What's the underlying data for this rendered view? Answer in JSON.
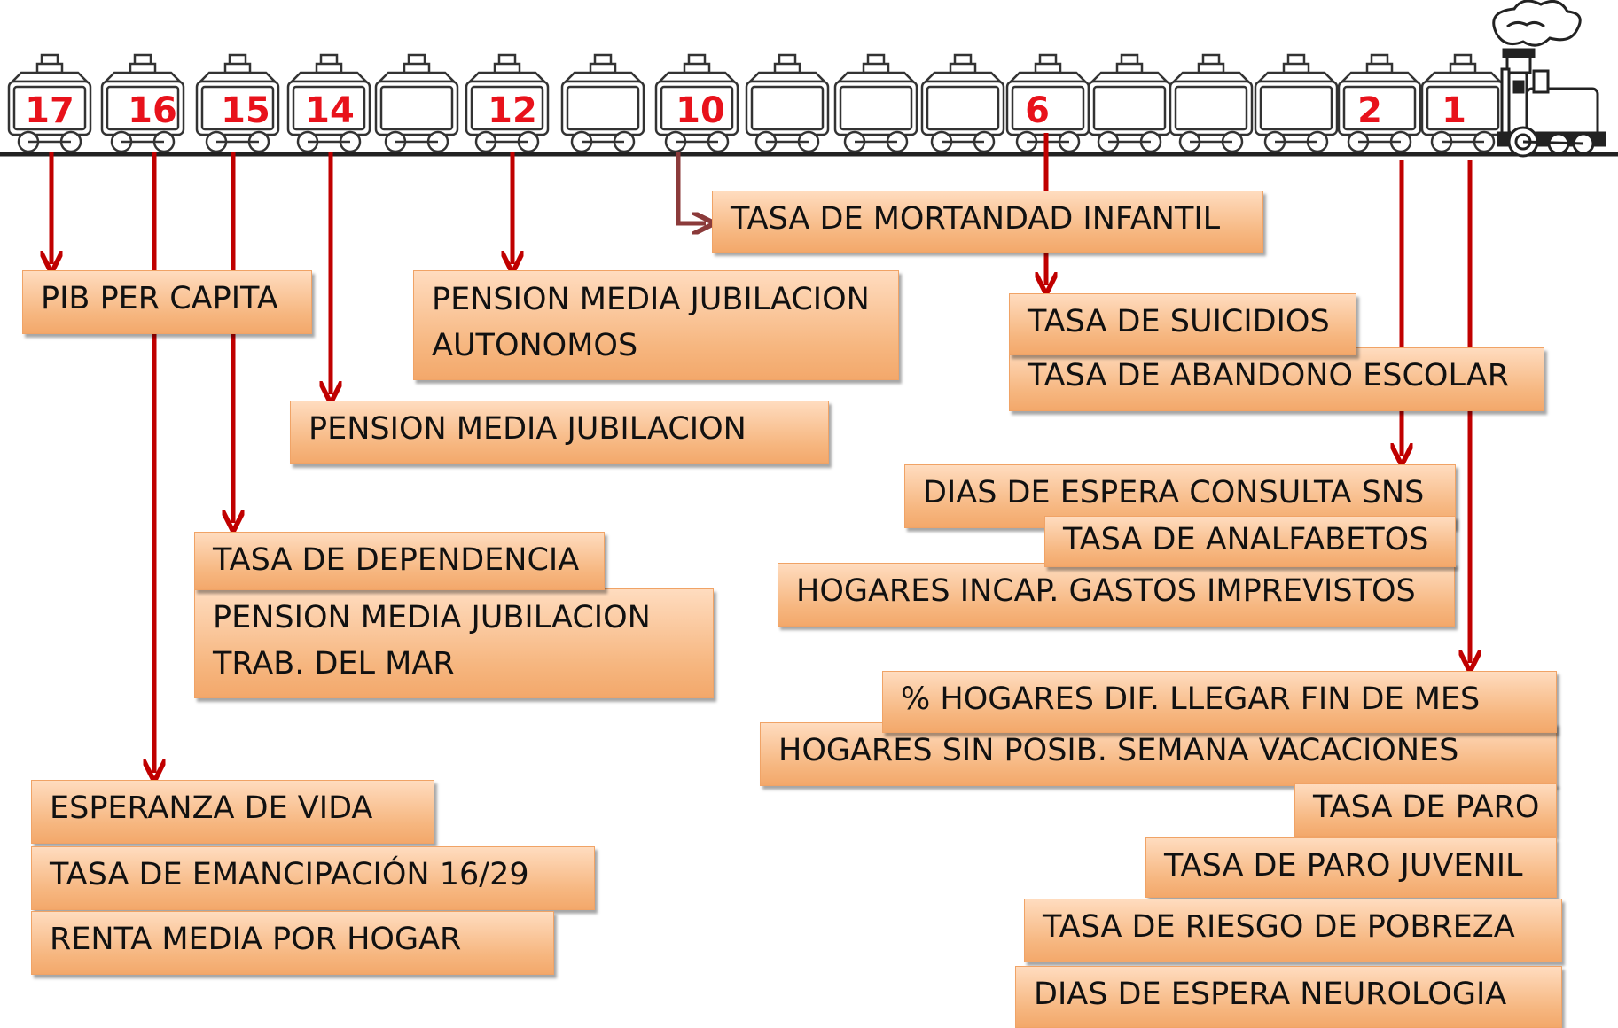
{
  "colors": {
    "arrow": "#c00000",
    "arrow_dark": "#8b3a3a",
    "box_fill": "#f8bd8b",
    "car_number": "#e8121b",
    "track": "#222222"
  },
  "train": {
    "car_numbers": [
      "17",
      "16",
      "15",
      "14",
      "12",
      "10",
      "6",
      "2",
      "1"
    ],
    "icon": "steam-locomotive-icon"
  },
  "boxes": {
    "pib": "PIB PER CAPITA",
    "pension_autonomos": "PENSION MEDIA JUBILACION\nAUTONOMOS",
    "mortandad": "TASA DE MORTANDAD INFANTIL",
    "suicidios": "TASA DE SUICIDIOS",
    "abandono": "TASA DE ABANDONO ESCOLAR",
    "pension_media": "PENSION MEDIA JUBILACION",
    "dias_sns": "DIAS DE ESPERA CONSULTA SNS",
    "analfabetos": "TASA DE ANALFABETOS",
    "hogares_gastos": "HOGARES INCAP. GASTOS IMPREVISTOS",
    "dependencia": "TASA DE DEPENDENCIA",
    "pension_mar": "PENSION MEDIA JUBILACION\nTRAB. DEL MAR",
    "fin_mes": "% HOGARES DIF. LLEGAR FIN DE MES",
    "vacaciones": "HOGARES SIN POSIB. SEMANA VACACIONES",
    "paro": "TASA DE PARO",
    "paro_juvenil": "TASA DE PARO JUVENIL",
    "pobreza": "TASA DE RIESGO DE POBREZA",
    "neurologia": "DIAS DE ESPERA NEUROLOGIA",
    "esperanza": "ESPERANZA DE VIDA",
    "emancipacion": "TASA DE EMANCIPACIÓN 16/29",
    "renta": "RENTA MEDIA POR HOGAR"
  }
}
